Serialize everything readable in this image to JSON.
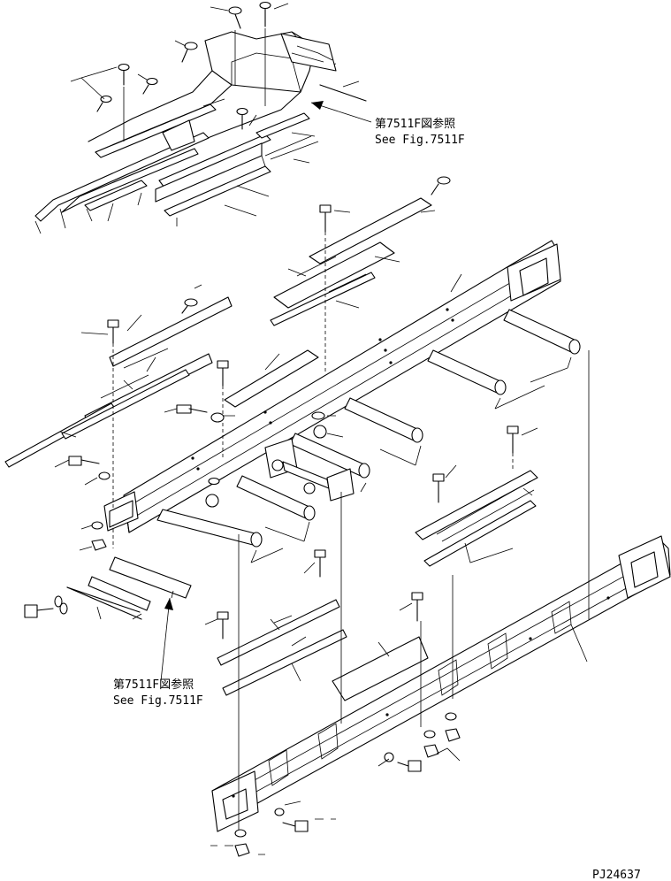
{
  "references": [
    {
      "ja": "第7511F図参照",
      "en": "See Fig.7511F"
    },
    {
      "ja": "第7511F図参照",
      "en": "See Fig.7511F"
    }
  ],
  "drawing_code": "PJ24637"
}
